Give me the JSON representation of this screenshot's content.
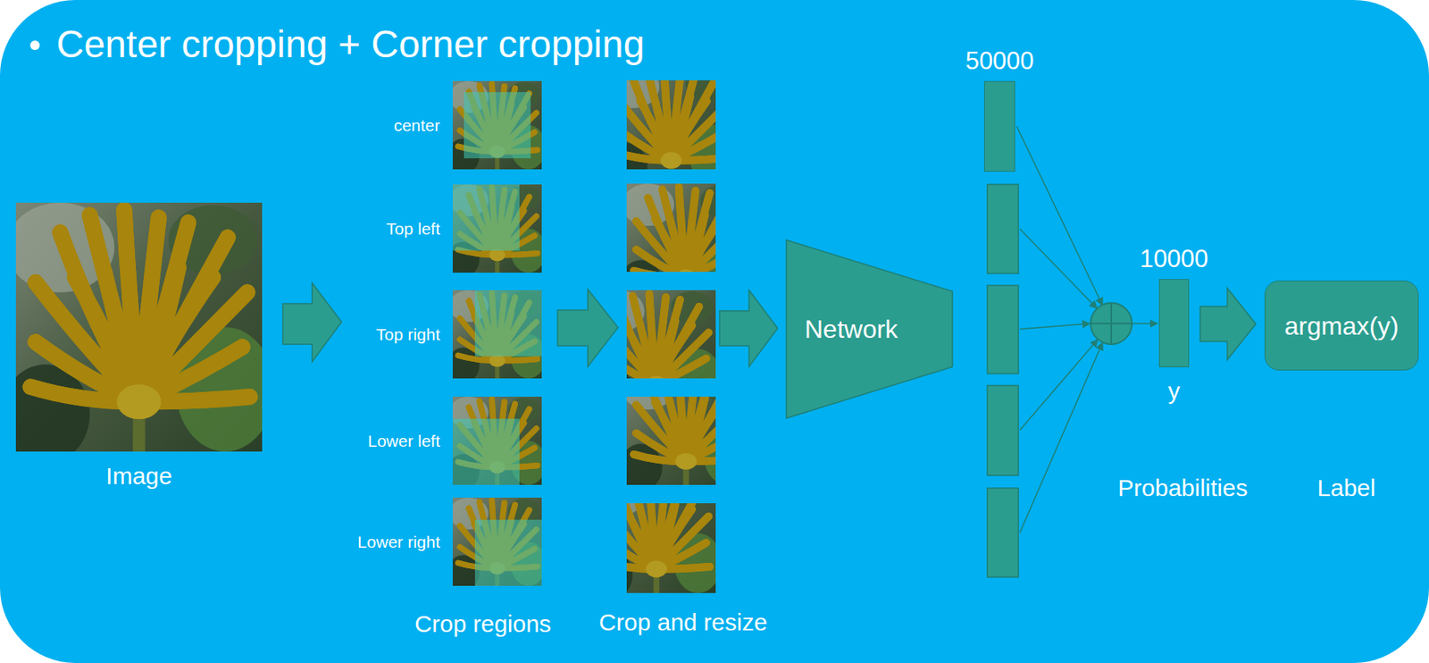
{
  "diagram": {
    "title": "Center cropping + Corner cropping",
    "nodes": [
      {
        "text": [
          "Image"
        ]
      },
      {
        "text": [
          "center"
        ]
      },
      {
        "text": [
          "Top left"
        ]
      },
      {
        "text": [
          "Top right"
        ]
      },
      {
        "text": [
          "Lower left"
        ]
      },
      {
        "text": [
          "Lower right"
        ]
      },
      {
        "text": [
          "Network"
        ]
      },
      {
        "text": [
          "50000"
        ]
      },
      {
        "text": [
          "10000",
          "y"
        ]
      },
      {
        "text": [
          "argmax(y)"
        ]
      }
    ],
    "edges": [
      {
        "from": 8,
        "to": 9,
        "arrow": "to"
      }
    ],
    "labels": [
      "Crop regions",
      "Crop and resize",
      "Probabilities",
      "Label"
    ]
  }
}
